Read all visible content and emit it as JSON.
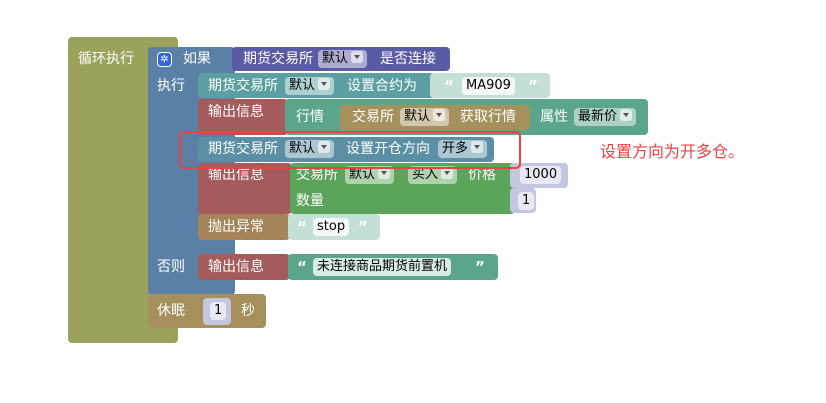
{
  "loop": {
    "label": "循环执行"
  },
  "if_block": {
    "label": "如果",
    "do_label": "执行",
    "else_label": "否则"
  },
  "condition": {
    "exchange_label": "期货交易所",
    "exchange": "默认",
    "suffix": "是否连接"
  },
  "set_contract": {
    "exchange_label": "期货交易所",
    "exchange": "默认",
    "label": "设置合约为",
    "value": "MA909"
  },
  "print1": {
    "label": "输出信息",
    "ticker_label": "行情",
    "exchange_label": "交易所",
    "exchange": "默认",
    "get_label": "获取行情",
    "attr_label": "属性",
    "attr": "最新价"
  },
  "set_direction": {
    "exchange_label": "期货交易所",
    "exchange": "默认",
    "label": "设置开仓方向",
    "direction": "开多"
  },
  "print2": {
    "label": "输出信息",
    "exchange_label": "交易所",
    "exchange": "默认",
    "action": "买入",
    "price_label": "价格",
    "price": "1000",
    "amount_label": "数量",
    "amount": "1"
  },
  "throw": {
    "label": "抛出异常",
    "value": "stop"
  },
  "print3": {
    "label": "输出信息",
    "value": "未连接商品期货前置机"
  },
  "sleep": {
    "label": "休眠",
    "value": "1",
    "unit": "秒"
  },
  "annotation": "设置方向为开多仓。",
  "colors": {
    "highlight": "#f04040"
  },
  "quote_open": "“",
  "quote_close": "”"
}
